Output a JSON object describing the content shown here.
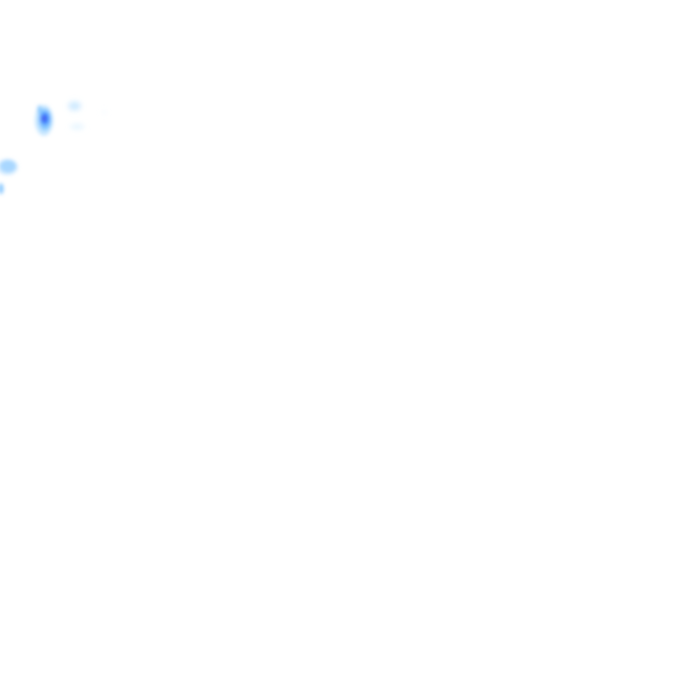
{
  "layer": {
    "type": "precipitation-radar-overlay",
    "background_color": "#ffffff",
    "palette": {
      "light": "#bfe3ff",
      "medium": "#7fc4ff",
      "strong": "#3f8cff",
      "core": "#4a5cf0"
    },
    "echoes": [
      {
        "id": "echo-cluster-northwest",
        "intensity": "strong"
      },
      {
        "id": "echo-fragment-northwest-east",
        "intensity": "light"
      },
      {
        "id": "echo-cluster-west-edge",
        "intensity": "medium"
      }
    ]
  }
}
